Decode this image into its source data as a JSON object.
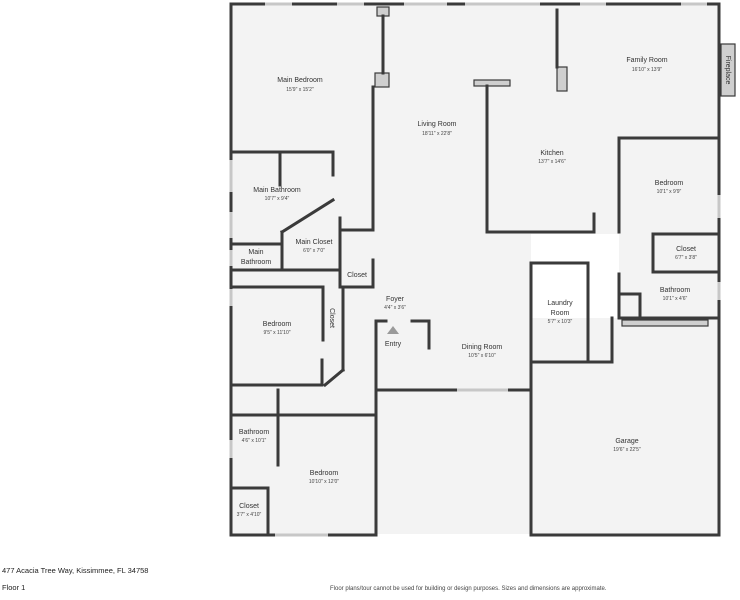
{
  "rooms": {
    "main_bedroom": {
      "name": "Main Bedroom",
      "dim": "15'9\" x 15'2\""
    },
    "living_room": {
      "name": "Living Room",
      "dim": "18'11\" x 22'8\""
    },
    "family_room": {
      "name": "Family Room",
      "dim": "16'10\" x 13'9\""
    },
    "kitchen": {
      "name": "Kitchen",
      "dim": "13'7\" x 14'6\""
    },
    "bedroom_east": {
      "name": "Bedroom",
      "dim": "10'1\" x 9'9\""
    },
    "main_bathroom": {
      "name": "Main Bathroom",
      "dim": "10'7\" x 9'4\""
    },
    "main_closet": {
      "name": "Main Closet",
      "dim": "6'0\" x 7'0\""
    },
    "main_bathroom_wc": {
      "name_line1": "Main",
      "name_line2": "Bathroom"
    },
    "closet_hall": {
      "name": "Closet"
    },
    "closet_east": {
      "name": "Closet",
      "dim": "6'7\" x 3'8\""
    },
    "bathroom_east": {
      "name": "Bathroom",
      "dim": "10'1\" x 4'6\""
    },
    "foyer": {
      "name": "Foyer",
      "dim": "4'4\" x 3'6\""
    },
    "entry": {
      "name": "Entry"
    },
    "bedroom_mid": {
      "name": "Bedroom",
      "dim": "9'5\" x 11'10\""
    },
    "closet_vertical": {
      "name": "Closet"
    },
    "laundry": {
      "name_line1": "Laundry",
      "name_line2": "Room",
      "dim": "5'7\" x 10'3\""
    },
    "dining_room": {
      "name": "Dining Room",
      "dim": "10'5\" x 6'10\""
    },
    "bathroom_west": {
      "name": "Bathroom",
      "dim": "4'6\" x 10'1\""
    },
    "bedroom_south": {
      "name": "Bedroom",
      "dim": "10'10\" x 12'0\""
    },
    "closet_south": {
      "name": "Closet",
      "dim": "3'7\" x 4'10\""
    },
    "garage": {
      "name": "Garage",
      "dim": "19'6\" x 22'5\""
    },
    "fireplace": {
      "name": "Fireplace"
    }
  },
  "footer": {
    "address": "477 Acacia Tree Way, Kissimmee, FL 34758",
    "floor": "Floor 1",
    "disclaimer": "Floor plans/tour cannot be used for building or design purposes. Sizes and dimensions are approximate."
  }
}
